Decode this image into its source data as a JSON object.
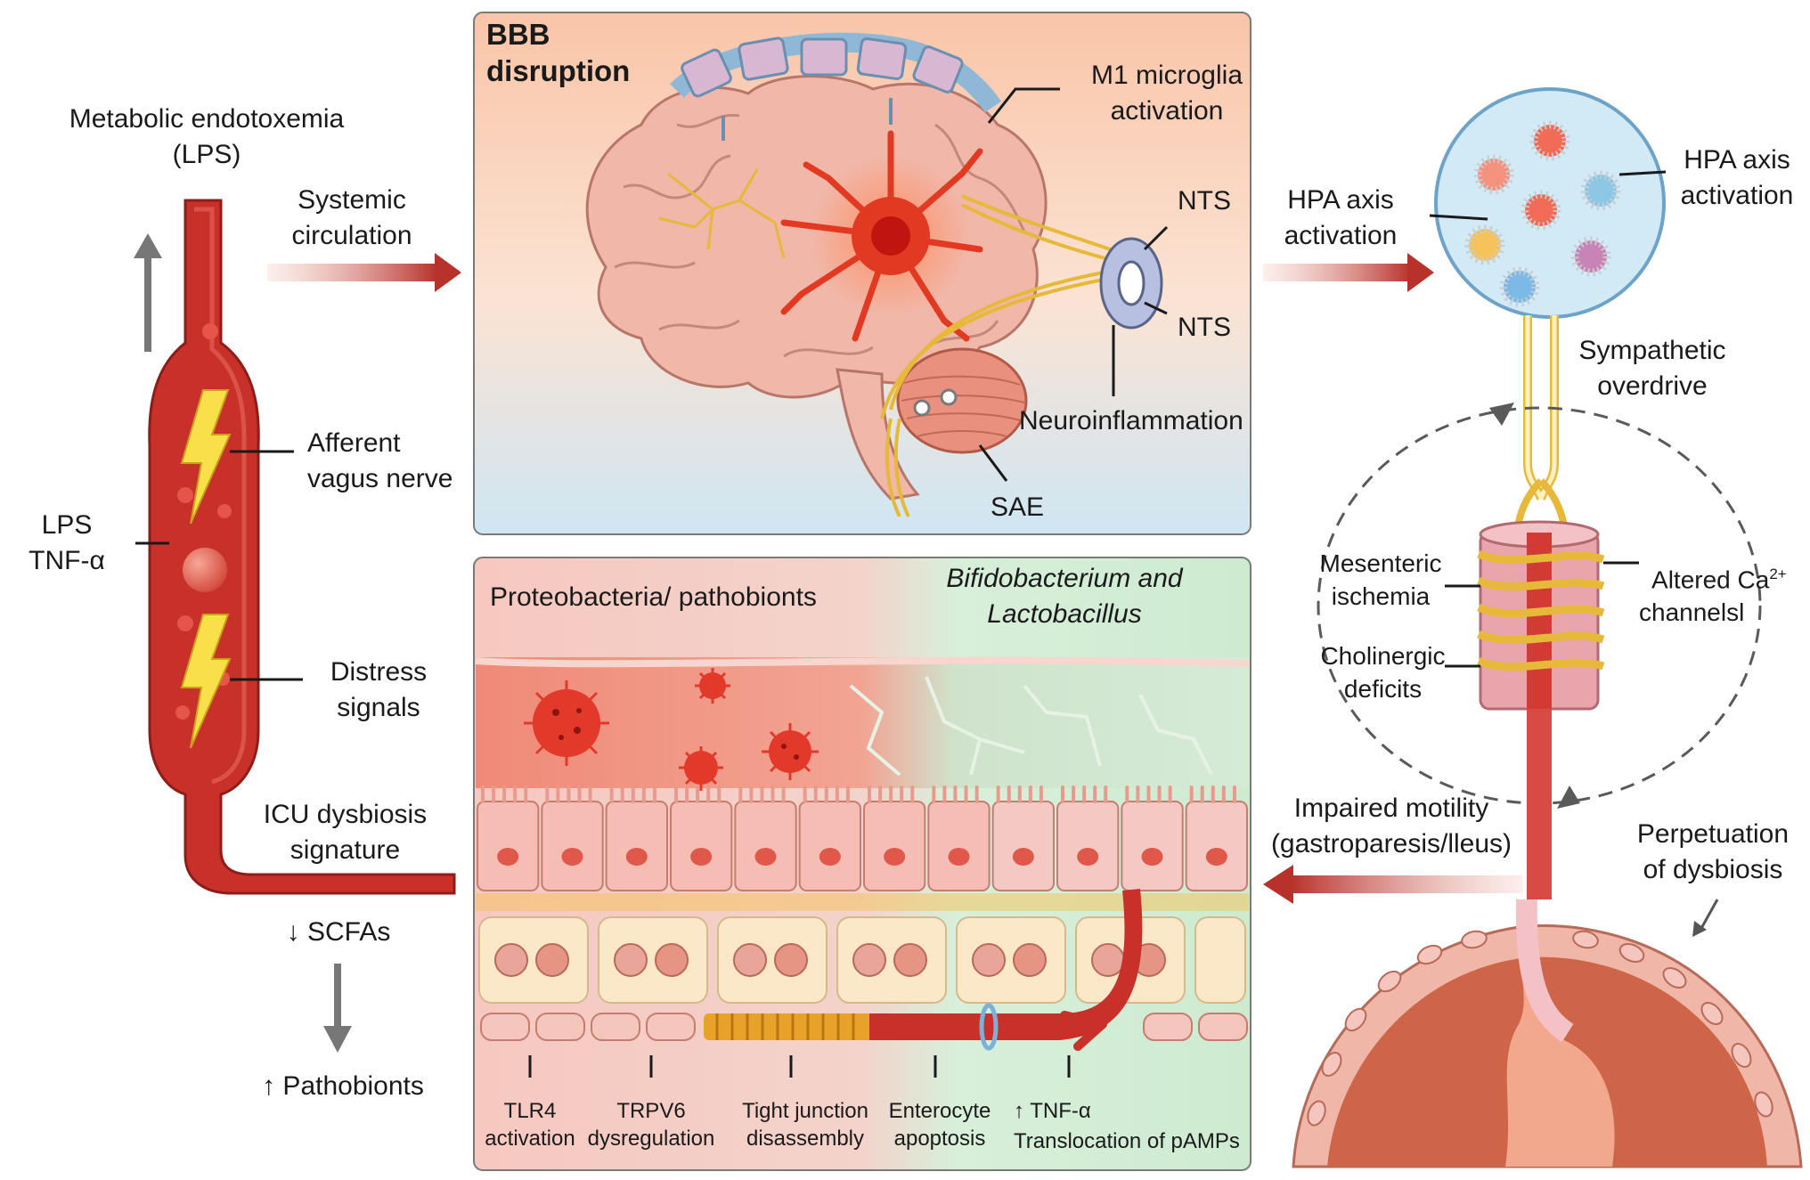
{
  "colors": {
    "vessel": "#c8302a",
    "brain": "#f1b7a8",
    "microglia": "#e23a22",
    "arrow": "#b8322c",
    "gut_pink": "#f4c6bd",
    "gut_green": "#d6eed8",
    "nerve": "#f2c94c",
    "stomach": "#d86a4a"
  },
  "labels": {
    "metabolic_endotoxemia": "Metabolic endotoxemia\n(LPS)",
    "systemic_circulation": "Systemic\ncirculation",
    "afferent_vagus": "Afferent\nvagus nerve",
    "lps_tnf": "LPS\nTNF-α",
    "distress_signals": "Distress\nsignals",
    "icu_dysbiosis": "ICU dysbiosis\nsignature",
    "scfas": "↓ SCFAs",
    "pathobionts": "↑ Pathobionts",
    "bbb_disruption": "BBB\ndisruption",
    "m1_microglia": "M1 microglia\nactivation",
    "nts_upper": "NTS",
    "nts_lower": "NTS",
    "neuroinflammation": "Neuroinflammation",
    "sae": "SAE",
    "hpa_axis_left": "HPA axis\nactivation",
    "hpa_axis_right": "HPA axis\nactivation",
    "sympathetic_overdrive": "Sympathetic\noverdrive",
    "mesenteric_ischemia": "Mesenteric\nischemia",
    "altered_ca_prefix": "Altered Ca",
    "altered_ca_sup": "2+",
    "altered_ca_suffix": "channelsl",
    "cholinergic_deficits": "Cholinergic\ndeficits",
    "impaired_motility": "Impaired motility\n(gastroparesis/lleus)",
    "perpetuation": "Perpetuation\nof dysbiosis",
    "proteobacteria": "Proteobacteria/ pathobionts",
    "bifido": "Bifidobacterium and\nLactobacillus",
    "tlr4": "TLR4\nactivation",
    "trpv6": "TRPV6\ndysregulation",
    "tight_junction": "Tight junction\ndisassembly",
    "enterocyte": "Enterocyte\napoptosis",
    "tnf_up": "↑ TNF-α",
    "translocation": "Translocation of pAMPs"
  }
}
